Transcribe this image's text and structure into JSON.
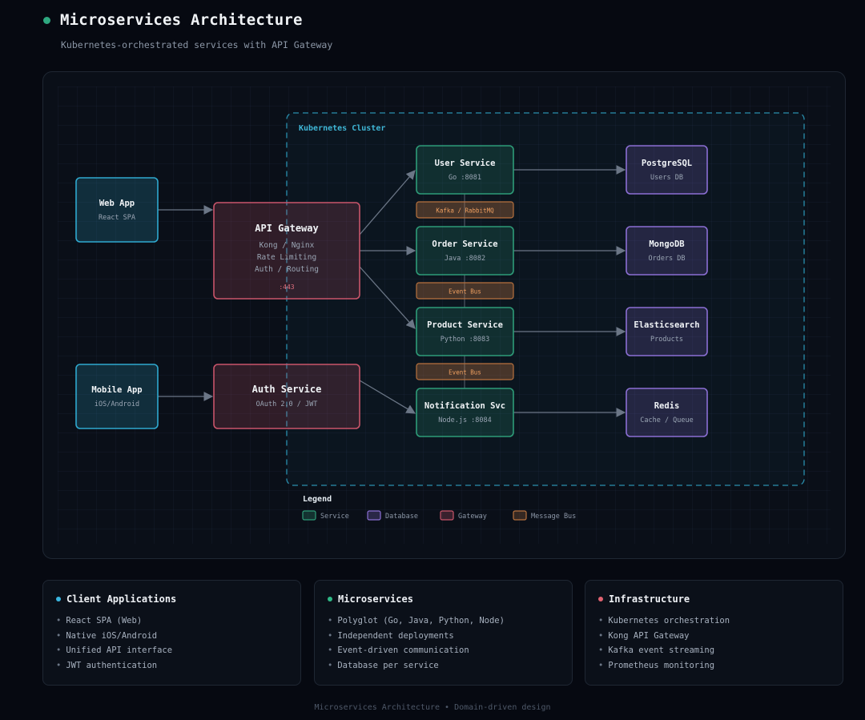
{
  "header": {
    "title": "Microservices Architecture",
    "subtitle": "Kubernetes-orchestrated services with API Gateway"
  },
  "diagram": {
    "cluster_label": "Kubernetes Cluster",
    "clients": [
      {
        "id": "web-app",
        "title": "Web App",
        "lines": [
          "React SPA"
        ]
      },
      {
        "id": "mobile-app",
        "title": "Mobile App",
        "lines": [
          "iOS/Android"
        ]
      }
    ],
    "gateways": [
      {
        "id": "api-gateway",
        "title": "API Gateway",
        "lines": [
          "Kong / Nginx",
          "Rate Limiting",
          "Auth / Routing"
        ],
        "port": ":443"
      },
      {
        "id": "auth-service",
        "title": "Auth Service",
        "lines": [
          "OAuth 2.0 / JWT"
        ]
      }
    ],
    "services": [
      {
        "id": "user-service",
        "title": "User Service",
        "lines": [
          "Go :8081"
        ]
      },
      {
        "id": "order-service",
        "title": "Order Service",
        "lines": [
          "Java :8082"
        ]
      },
      {
        "id": "product-service",
        "title": "Product Service",
        "lines": [
          "Python :8083"
        ]
      },
      {
        "id": "notification-svc",
        "title": "Notification Svc",
        "lines": [
          "Node.js :8084"
        ]
      }
    ],
    "databases": [
      {
        "id": "postgresql",
        "title": "PostgreSQL",
        "lines": [
          "Users DB"
        ]
      },
      {
        "id": "mongodb",
        "title": "MongoDB",
        "lines": [
          "Orders DB"
        ]
      },
      {
        "id": "elasticsearch",
        "title": "Elasticsearch",
        "lines": [
          "Products"
        ]
      },
      {
        "id": "redis",
        "title": "Redis",
        "lines": [
          "Cache / Queue"
        ]
      }
    ],
    "buses": [
      "Kafka / RabbitMQ",
      "Event Bus",
      "Event Bus"
    ],
    "edges": [
      [
        "web-app",
        "api-gateway"
      ],
      [
        "mobile-app",
        "auth-service"
      ],
      [
        "api-gateway",
        "user-service"
      ],
      [
        "api-gateway",
        "order-service"
      ],
      [
        "api-gateway",
        "product-service"
      ],
      [
        "auth-service",
        "notification-svc"
      ],
      [
        "user-service",
        "postgresql"
      ],
      [
        "order-service",
        "mongodb"
      ],
      [
        "product-service",
        "elasticsearch"
      ],
      [
        "notification-svc",
        "redis"
      ]
    ],
    "legend": {
      "title": "Legend",
      "items": [
        {
          "label": "Service",
          "kind": "service"
        },
        {
          "label": "Database",
          "kind": "database"
        },
        {
          "label": "Gateway",
          "kind": "gateway"
        },
        {
          "label": "Message Bus",
          "kind": "bus"
        }
      ]
    },
    "colors": {
      "client": "#2fa9cf",
      "gateway": "#c9556a",
      "service": "#2e9c78",
      "database": "#8b6fd4",
      "bus": "#b8723e",
      "cluster": "#2a8fae",
      "arrow": "#6b7686"
    }
  },
  "cards": [
    {
      "title": "Client Applications",
      "dot_color": "#3ab6e0",
      "items": [
        "React SPA (Web)",
        "Native iOS/Android",
        "Unified API interface",
        "JWT authentication"
      ]
    },
    {
      "title": "Microservices",
      "dot_color": "#2fb886",
      "items": [
        "Polyglot (Go, Java, Python, Node)",
        "Independent deployments",
        "Event-driven communication",
        "Database per service"
      ]
    },
    {
      "title": "Infrastructure",
      "dot_color": "#e06270",
      "items": [
        "Kubernetes orchestration",
        "Kong API Gateway",
        "Kafka event streaming",
        "Prometheus monitoring"
      ]
    }
  ],
  "footer": "Microservices Architecture • Domain-driven design"
}
